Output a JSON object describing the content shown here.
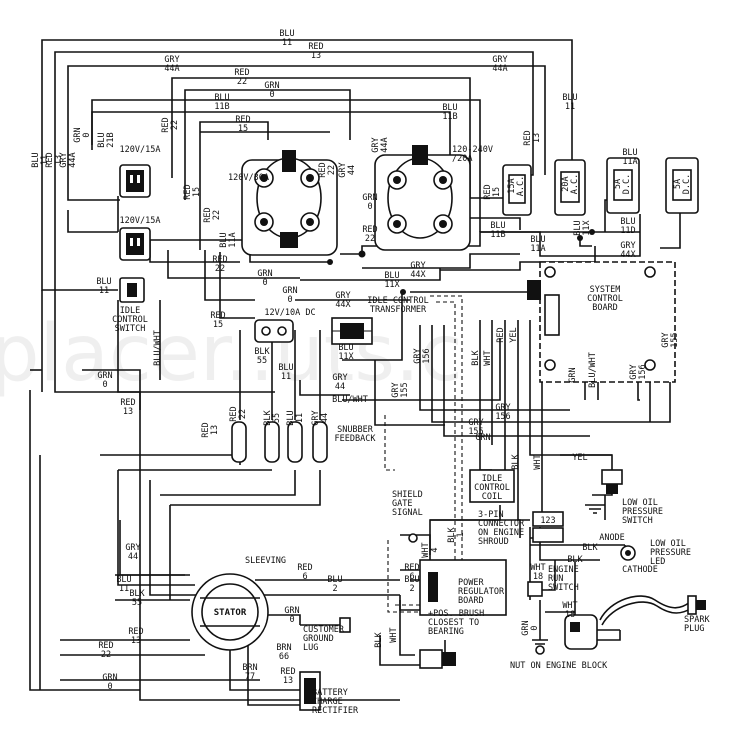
{
  "watermark": "placer..uts.c",
  "wire_labels": {
    "blu_11_top": [
      "BLU",
      "11"
    ],
    "red_13_top": [
      "RED",
      "13"
    ],
    "gry_44a_left": [
      "GRY",
      "44A"
    ],
    "gry_44a_right": [
      "GRY",
      "44A"
    ],
    "red_22_top": [
      "RED",
      "22"
    ],
    "grn_0_top": [
      "GRN",
      "0"
    ],
    "blu_11b_top": [
      "BLU",
      "11B"
    ],
    "blu_11b_right": [
      "BLU",
      "11B"
    ],
    "red_15_top": [
      "RED",
      "15"
    ],
    "blu_11_left": [
      "BLU",
      "11"
    ],
    "red_13_left": [
      "RED",
      "13"
    ],
    "gry_44a_v": [
      "GRY",
      "44A"
    ],
    "grn_0_v": [
      "GRN",
      "0"
    ],
    "blu_21b": [
      "BLU",
      "21B"
    ],
    "red_22_v": [
      "RED",
      "22"
    ],
    "gry_44a_mid": [
      "GRY",
      "44A"
    ],
    "blu_11_right": [
      "BLU",
      "11"
    ],
    "red_13_right": [
      "RED",
      "13"
    ],
    "blu_11a_right": [
      "BLU",
      "11A"
    ],
    "red_15_v": [
      "RED",
      "15"
    ],
    "red_15_v2": [
      "RED",
      "15"
    ],
    "blu_11a_v": [
      "BLU",
      "11A"
    ],
    "red_22_v2": [
      "RED",
      "22"
    ],
    "red_22_v3": [
      "RED",
      "22"
    ],
    "gry_44_v": [
      "GRY",
      "44"
    ],
    "grn_0_mid": [
      "GRN",
      "0"
    ],
    "red_22_mid": [
      "RED",
      "22"
    ],
    "grn_0_mid2": [
      "GRN",
      "0"
    ],
    "blu_11b_lower": [
      "BLU",
      "11B"
    ],
    "blu_11a_lower": [
      "BLU",
      "11A"
    ],
    "blu_11d": [
      "BLU",
      "11D"
    ],
    "blu_11x": [
      "BLU",
      "11X"
    ],
    "gry_44x": [
      "GRY",
      "44X"
    ],
    "gry_44x_2": [
      "GRY",
      "44X"
    ],
    "blu_11x_2": [
      "BLU",
      "11X"
    ],
    "gry_44x_3": [
      "GRY",
      "44X"
    ],
    "blu_11_idle": [
      "BLU",
      "11"
    ],
    "red_22_lower": [
      "RED",
      "22"
    ],
    "grn_0_lower": [
      "GRN",
      "0"
    ],
    "red_15_lower": [
      "RED",
      "15"
    ],
    "blk_55": [
      "BLK",
      "55"
    ],
    "blu_11_mid": [
      "BLU",
      "11"
    ],
    "blu_11x_3": [
      "BLU",
      "11X"
    ],
    "blu_wht_left": [
      "BLU/WHT"
    ],
    "gry_44_mid": [
      "GRY",
      "44"
    ],
    "gry_156_a": [
      "GRY",
      "156"
    ],
    "grn_0_left": [
      "GRN",
      "0"
    ],
    "red_13_lower": [
      "RED",
      "13"
    ],
    "blu_wht_mid": [
      "BLU/WHT"
    ],
    "gry_155_v": [
      "GRY",
      "155"
    ],
    "gry_156_mid": [
      "GRY",
      "156"
    ],
    "gry_155_mid": [
      "GRY",
      "155"
    ],
    "grn_mid": [
      "GRN"
    ],
    "grn_v": [
      "GRN"
    ],
    "blu_wht_v": [
      "BLU/WHT"
    ],
    "gry_156_v": [
      "GRY",
      "156"
    ],
    "gry_155_right": [
      "GRY",
      "155"
    ],
    "blk_v": [
      "BLK"
    ],
    "wht_v": [
      "WHT"
    ],
    "red_v": [
      "RED"
    ],
    "yel_v": [
      "YEL"
    ],
    "blk_v2": [
      "BLK"
    ],
    "wht_v2": [
      "WHT"
    ],
    "yel_lbl": [
      "YEL"
    ],
    "red_13_v": [
      "RED",
      "13"
    ],
    "red_22_v4": [
      "RED",
      "22"
    ],
    "blk_55_v": [
      "BLK",
      "55"
    ],
    "blu_11_v": [
      "BLU",
      "11"
    ],
    "gry_44_v2": [
      "GRY",
      "44"
    ],
    "gry_44_low": [
      "GRY",
      "44"
    ],
    "red_6_low": [
      "RED",
      "6"
    ],
    "red_6_r": [
      "RED",
      "6"
    ],
    "blu_11_low": [
      "BLU",
      "11"
    ],
    "blk_55_low": [
      "BLK",
      "55"
    ],
    "blu_2_low": [
      "BLU",
      "2"
    ],
    "blu_2_r": [
      "BLU",
      "2"
    ],
    "red_13_low": [
      "RED",
      "13"
    ],
    "red_22_low": [
      "RED",
      "22"
    ],
    "grn_0_stator": [
      "GRN",
      "0"
    ],
    "brn_66": [
      "BRN",
      "66"
    ],
    "brn_77": [
      "BRN",
      "77"
    ],
    "red_13_rect": [
      "RED",
      "13"
    ],
    "grn_0_bottom": [
      "GRN",
      "0"
    ],
    "wht_4": [
      "WHT",
      "4"
    ],
    "blk_1": [
      "BLK",
      "1"
    ],
    "blk_low": [
      "BLK"
    ],
    "wht_low": [
      "WHT"
    ],
    "grn_0_engine": [
      "GRN",
      "0"
    ],
    "wht_18": [
      "WHT",
      "18"
    ],
    "wht_18_b": [
      "WHT",
      "18"
    ],
    "blk_anode": [
      "BLK"
    ],
    "blk_cathode": [
      "BLK"
    ]
  },
  "components": {
    "outlet_120_15_top": "120V/15A",
    "outlet_120_15_bottom": "120V/15A",
    "outlet_120_30": "120V/30A",
    "outlet_120_240": [
      "120-240V",
      "/20A"
    ],
    "outlet_12v_dc": "12V/10A DC",
    "idle_control_switch": [
      "IDLE",
      "CONTROL",
      "SWITCH"
    ],
    "idle_control_transformer": [
      "IDLE CONTROL",
      "TRANSFORMER"
    ],
    "system_control_board": [
      "SYSTEM",
      "CONTROL",
      "BOARD"
    ],
    "snubber_feedback": [
      "SNUBBER",
      "FEEDBACK"
    ],
    "idle_control_coil": [
      "IDLE",
      "CONTROL",
      "COIL"
    ],
    "low_oil_pressure_switch": [
      "LOW OIL",
      "PRESSURE",
      "SWITCH"
    ],
    "shield_gate_signal": [
      "SHIELD",
      "GATE",
      "SIGNAL"
    ],
    "three_pin_connector": [
      "3-PIN",
      "CONNECTOR",
      "ON ENGINE",
      "SHROUD"
    ],
    "pin_numbers": "123",
    "anode": "ANODE",
    "cathode": "CATHODE",
    "low_oil_pressure_led": [
      "LOW OIL",
      "PRESSURE",
      "LED"
    ],
    "sleeving": "SLEEVING",
    "stator": "STATOR",
    "power_regulator_board": [
      "POWER",
      "REGULATOR",
      "BOARD"
    ],
    "customer_ground_lug": [
      "CUSTOMER",
      "GROUND",
      "LUG"
    ],
    "pos_brush": [
      "+POS. BRUSH",
      "CLOSEST TO",
      "BEARING"
    ],
    "engine_run_switch": [
      "ENGINE",
      "RUN",
      "SWITCH"
    ],
    "spark_plug": [
      "SPARK",
      "PLUG"
    ],
    "battery_charge_rectifier": [
      "BATTERY",
      "CHARGE",
      "RECTIFIER"
    ],
    "nut_on_engine_block": "NUT ON ENGINE BLOCK",
    "cb_20a": [
      "20A",
      "A.C."
    ],
    "cb_5a": [
      "5A",
      "D.C."
    ],
    "cb_15a": [
      "15A",
      "A.C."
    ],
    "cb_5a_b": [
      "5A",
      "D.C."
    ]
  }
}
